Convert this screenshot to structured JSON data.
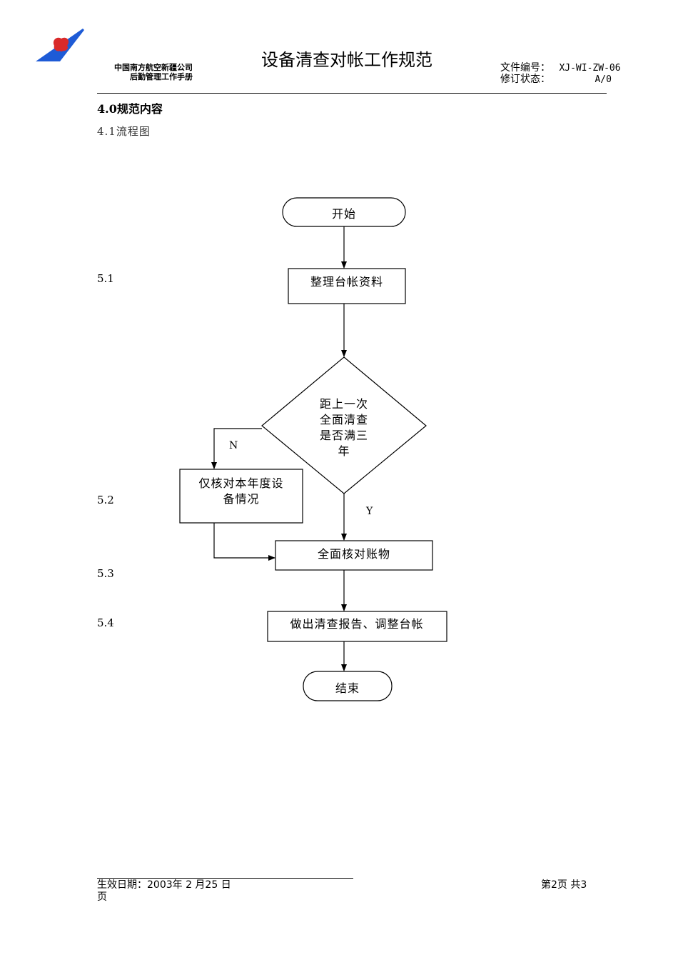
{
  "header": {
    "company_line1": "中国南方航空新疆公司",
    "company_line2": "后勤管理工作手册",
    "title": "设备清查对帐工作规范",
    "doc_no_label": "文件编号：",
    "doc_no_value": "XJ-WI-ZW-06",
    "revision_label": "修订状态：",
    "revision_value": "A/0"
  },
  "content": {
    "section_heading": "4.0规范内容",
    "subheading": "4.1流程图"
  },
  "steps": {
    "s1": "5.1",
    "s2": "5.2",
    "s3": "5.3",
    "s4": "5.4"
  },
  "flow": {
    "start": "开始",
    "organize": "整理台帐资料",
    "decision_lines": [
      "距上一次",
      "全面清查",
      "是否满三",
      "年"
    ],
    "no_label": "N",
    "yes_label": "Y",
    "check_year_lines": [
      "仅核对本年度设",
      "备情况"
    ],
    "full_check": "全面核对账物",
    "report": "做出清查报告、调整台帐",
    "end": "结束"
  },
  "footer": {
    "effective_line1": "生效日期：2003年 2 月25 日",
    "effective_line2": "页",
    "page": "第2页 共3"
  },
  "colors": {
    "logo_blue": "#1e5bd6",
    "logo_red": "#d92a2a"
  }
}
